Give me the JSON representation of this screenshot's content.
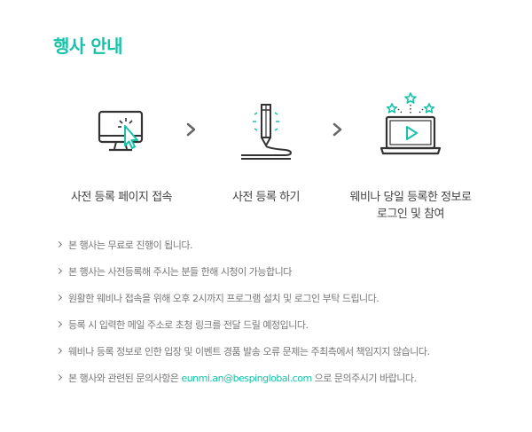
{
  "title": "행사 안내",
  "accent_color": "#16c3a8",
  "steps": [
    {
      "icon": "monitor-click-icon",
      "label": "사전 등록 페이지 접속"
    },
    {
      "icon": "pen-signature-icon",
      "label": "사전 등록 하기"
    },
    {
      "icon": "laptop-play-icon",
      "label_line1": "웨비나 당일 등록한 정보로",
      "label_line2": "로그인 및 참여"
    }
  ],
  "notices": [
    "본 행사는 무료로 진행이 됩니다.",
    "본 행사는 사전등록해 주시는 분들 한해 시청이 가능합니다",
    "원활한 웨비나 접속을 위해 오후 2시까지 프로그램 설치 및 로그인 부탁 드립니다.",
    "등록 시 입력한 메일 주소로 초청 링크를 전달 드릴 예정입니다.",
    "웨비나 등록 정보로 인한 입장 및 이벤트 경품 발송 오류 문제는 주최측에서 책임지지 않습니다."
  ],
  "contact": {
    "prefix": "본 행사와 관련된 문의사항은 ",
    "email": "eunmi.an@bespinglobal.com",
    "suffix": " 으로 문의주시기 바랍니다."
  }
}
